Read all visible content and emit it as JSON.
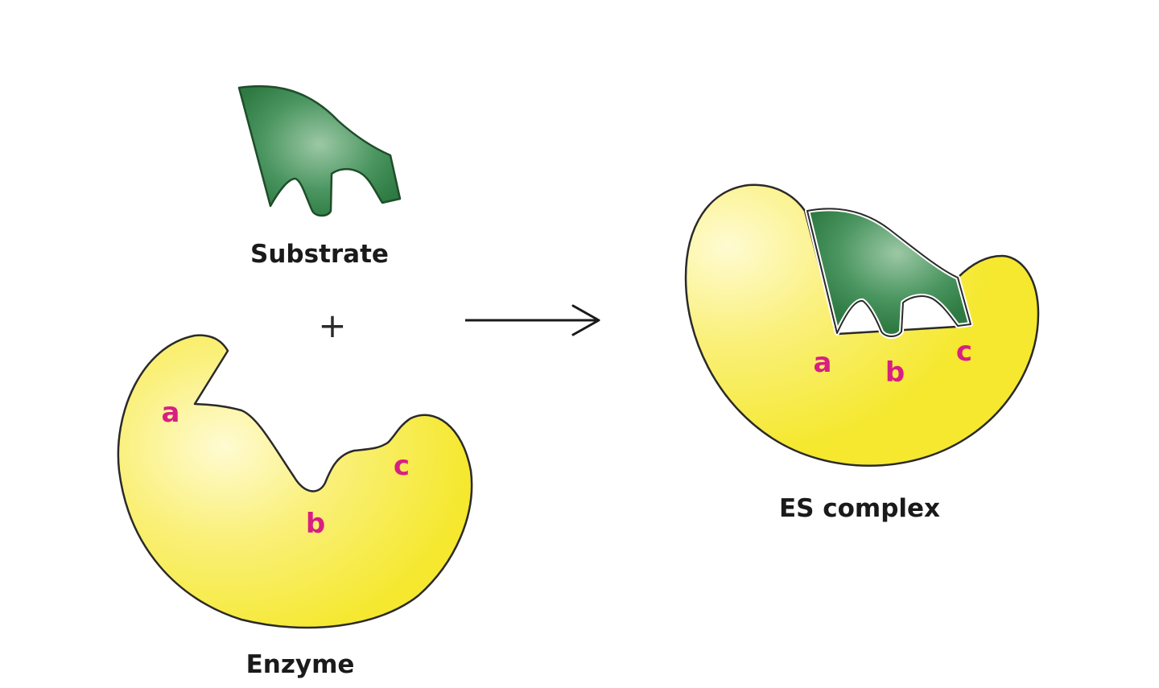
{
  "colors": {
    "enzyme_fill": "#f7ec45",
    "enzyme_highlight": "#fffbd2",
    "substrate_fill": "#2e7a42",
    "substrate_highlight": "#9cc8a4",
    "site_label": "#d81f83",
    "outline": "#2a2a2a"
  },
  "substrate": {
    "caption": "Substrate",
    "icon": "substrate-shape"
  },
  "operator": {
    "symbol": "+"
  },
  "enzyme": {
    "caption": "Enzyme",
    "icon": "enzyme-shape",
    "sites": [
      "a",
      "b",
      "c"
    ]
  },
  "arrow": {
    "icon": "right-arrow"
  },
  "complex": {
    "caption": "ES complex",
    "icon": "es-complex-shape",
    "sites": [
      "a",
      "b",
      "c"
    ]
  }
}
